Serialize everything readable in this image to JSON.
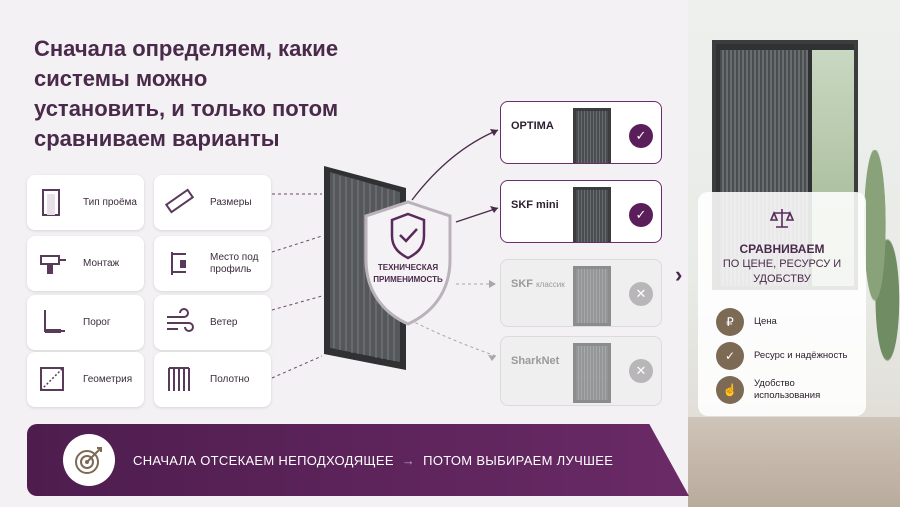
{
  "headline": "Сначала определяем, какие системы можно установить, и только потом сравниваем варианты",
  "criteria": [
    {
      "label": "Тип проёма",
      "icon": "doorway-icon"
    },
    {
      "label": "Размеры",
      "icon": "ruler-icon"
    },
    {
      "label": "Монтаж",
      "icon": "drill-icon"
    },
    {
      "label": "Место под профиль",
      "icon": "profile-space-icon"
    },
    {
      "label": "Порог",
      "icon": "threshold-icon"
    },
    {
      "label": "Ветер",
      "icon": "wind-icon"
    },
    {
      "label": "Геометрия",
      "icon": "geometry-icon"
    },
    {
      "label": "Полотно",
      "icon": "mesh-fabric-icon"
    }
  ],
  "shield_label": "ТЕХНИЧЕСКАЯ ПРИМЕНИМОСТЬ",
  "options": [
    {
      "name": "OPTIMA",
      "suffix": "",
      "status": "suitable"
    },
    {
      "name": "SKF mini",
      "suffix": "",
      "status": "suitable"
    },
    {
      "name": "SKF",
      "suffix": "классик",
      "status": "rejected"
    },
    {
      "name": "SharkNet",
      "suffix": "",
      "status": "rejected"
    }
  ],
  "compare": {
    "title": "СРАВНИВАЕМ",
    "subtitle": "ПО ЦЕНЕ, РЕСУРСУ И УДОБСТВУ",
    "items": [
      {
        "label": "Цена",
        "icon": "ruble-icon"
      },
      {
        "label": "Ресурс и надёжность",
        "icon": "shield-check-icon"
      },
      {
        "label": "Удобство использования",
        "icon": "hand-touch-icon"
      }
    ]
  },
  "banner": {
    "left": "СНАЧАЛА ОТСЕКАЕМ НЕПОДХОДЯЩЕЕ",
    "right": "ПОТОМ ВЫБИРАЕМ ЛУЧШЕЕ"
  },
  "colors": {
    "accent": "#5a1f5a",
    "text": "#4a2a4a",
    "muted": "#b8b6b8"
  }
}
